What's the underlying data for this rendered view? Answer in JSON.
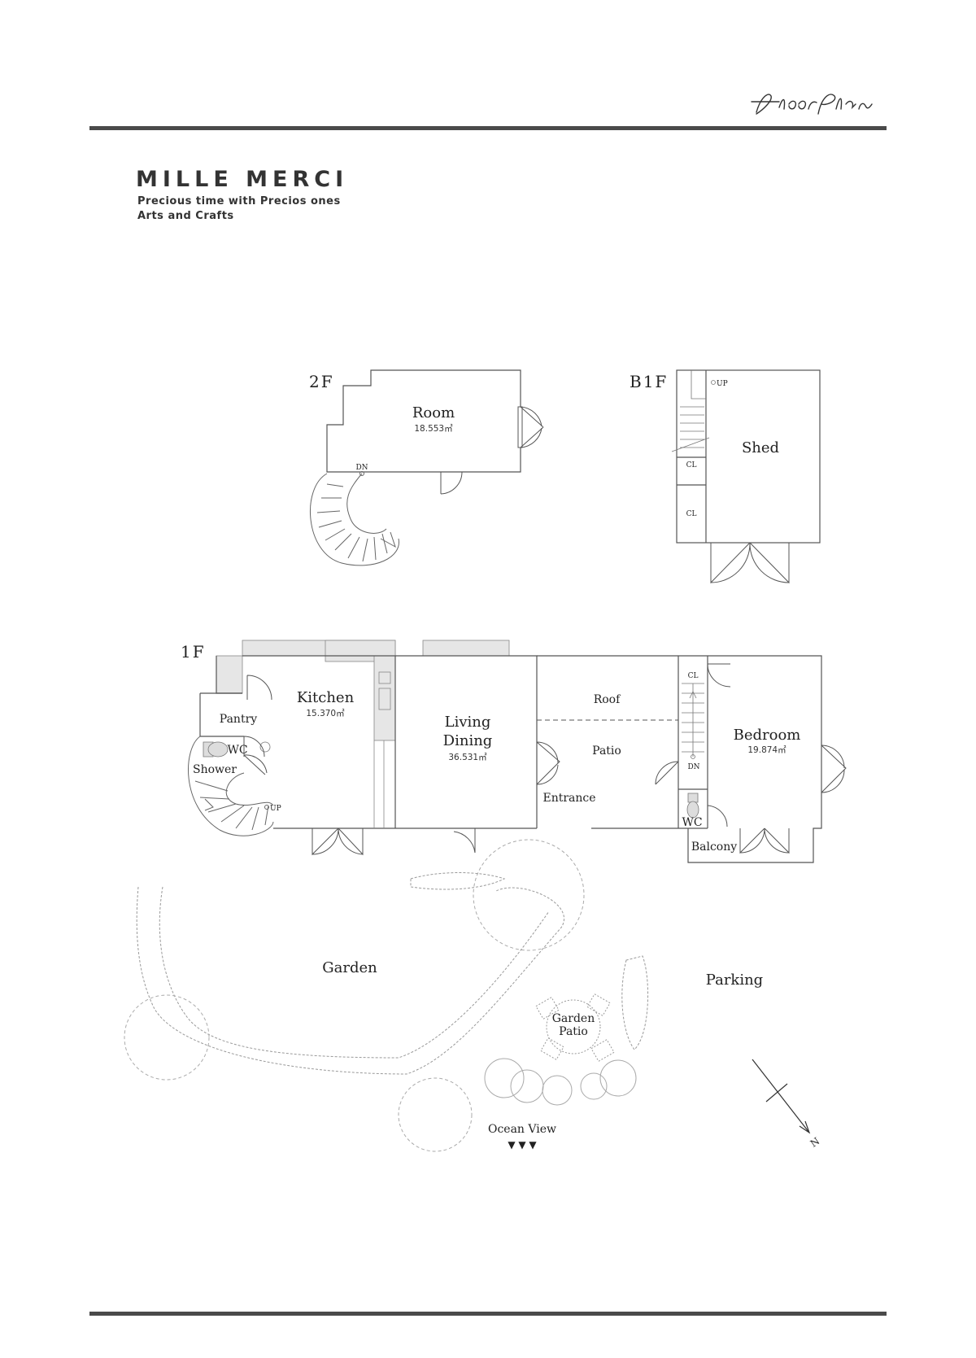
{
  "header": {
    "signature": "Floor Plan",
    "title": "MILLE MERCI",
    "tagline": "Precious time with Precios ones",
    "category": "Arts and Crafts"
  },
  "floors": {
    "second": {
      "label": "2F",
      "room": {
        "name": "Room",
        "area": "18.553㎡"
      },
      "stair_mark": "DN"
    },
    "basement": {
      "label": "B1F",
      "shed": "Shed",
      "closet_1": "CL",
      "closet_2": "CL",
      "stair_mark": "UP"
    },
    "first": {
      "label": "1F",
      "kitchen": {
        "name": "Kitchen",
        "area": "15.370㎡"
      },
      "living": {
        "name_line1": "Living",
        "name_line2": "Dining",
        "area": "36.531㎡"
      },
      "bedroom": {
        "name": "Bedroom",
        "area": "19.874㎡"
      },
      "pantry": "Pantry",
      "wc_left": "WC",
      "shower": "Shower",
      "stair_up": "UP",
      "roof": "Roof",
      "patio": "Patio",
      "entrance": "Entrance",
      "closet": "CL",
      "stair_dn": "DN",
      "wc_right": "WC",
      "balcony": "Balcony"
    }
  },
  "site": {
    "garden": "Garden",
    "parking": "Parking",
    "garden_patio_line1": "Garden",
    "garden_patio_line2": "Patio",
    "ocean_view": "Ocean View",
    "ocean_arrows": "▼ ▼ ▼",
    "north": "N"
  },
  "colors": {
    "ink": "#333333",
    "line": "#555555",
    "counter": "#e6e6e6",
    "rule": "#4a4a4a"
  }
}
